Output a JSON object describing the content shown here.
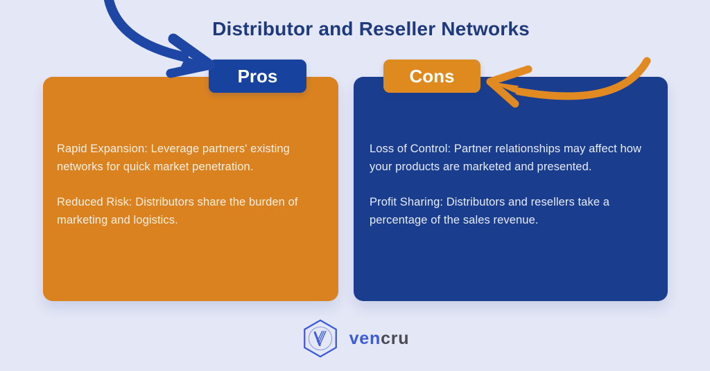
{
  "title": "Distributor and Reseller Networks",
  "pros": {
    "label": "Pros",
    "items": [
      "Rapid Expansion: Leverage partners' existing networks for quick market penetration.",
      "Reduced Risk: Distributors share the burden of marketing and logistics."
    ]
  },
  "cons": {
    "label": "Cons",
    "items": [
      "Loss of Control: Partner relationships may affect how your products are marketed and presented.",
      "Profit Sharing: Distributors and resellers take a percentage of the sales revenue."
    ]
  },
  "logo": {
    "name_part1": "ven",
    "name_part2": "cru",
    "icon": "vencru-hexagon-v-icon"
  },
  "icons": {
    "pros_arrow": "curved-arrow-down-right",
    "cons_arrow": "curved-arrow-left"
  },
  "colors": {
    "background": "#e3e7f6",
    "title": "#1e3a7c",
    "pros_card": "#d9821f",
    "cons_card": "#1a3d8e",
    "pros_badge": "#17429e",
    "cons_badge": "#df8a1e",
    "blue_arrow": "#1e46a5",
    "orange_arrow": "#e08a21",
    "logo_blue": "#3d5bd7",
    "logo_gray": "#4b4b54"
  }
}
